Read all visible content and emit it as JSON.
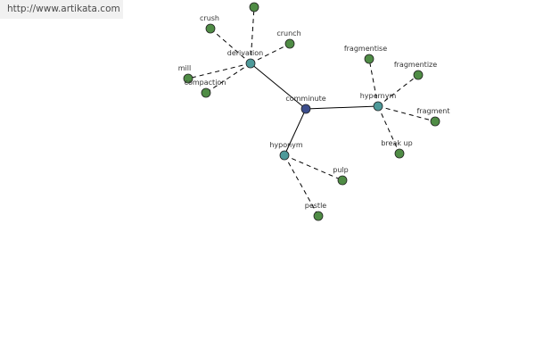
{
  "watermark": "http://www.artikata.com",
  "colors": {
    "center": "#3c4d8c",
    "relation": "#4e9a9a",
    "leaf": "#4f8c45",
    "solid_edge": "#000000",
    "dashed_edge": "#000000"
  },
  "graph": {
    "center": {
      "id": "comminute",
      "label": "comminute"
    },
    "relations": [
      {
        "id": "derivation",
        "label": "derivation"
      },
      {
        "id": "hypernym",
        "label": "hypernym"
      },
      {
        "id": "hyponym",
        "label": "hyponym"
      }
    ],
    "leaves": [
      {
        "id": "crush",
        "label": "crush",
        "relation": "derivation"
      },
      {
        "id": "crunch",
        "label": "crunch",
        "relation": "derivation"
      },
      {
        "id": "mill",
        "label": "mill",
        "relation": "derivation"
      },
      {
        "id": "compaction",
        "label": "compaction",
        "relation": "derivation"
      },
      {
        "id": "top-cut",
        "label": "",
        "relation": "derivation"
      },
      {
        "id": "fragmentise",
        "label": "fragmentise",
        "relation": "hypernym"
      },
      {
        "id": "fragmentize",
        "label": "fragmentize",
        "relation": "hypernym"
      },
      {
        "id": "fragment",
        "label": "fragment",
        "relation": "hypernym"
      },
      {
        "id": "break-up",
        "label": "break up",
        "relation": "hypernym"
      },
      {
        "id": "pulp",
        "label": "pulp",
        "relation": "hyponym"
      },
      {
        "id": "pestle",
        "label": "pestle",
        "relation": "hyponym"
      }
    ]
  }
}
